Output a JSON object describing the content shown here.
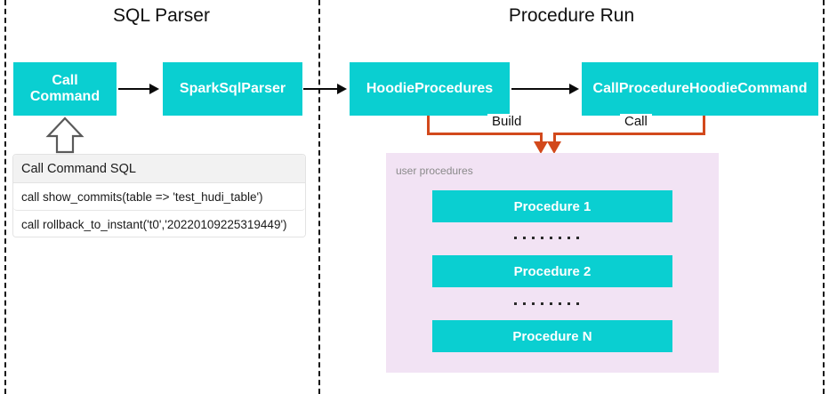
{
  "sections": [
    {
      "title": "SQL Parser"
    },
    {
      "title": "Procedure Run"
    }
  ],
  "boxes": {
    "call_command": "Call\nCommand",
    "call_command_line1": "Call",
    "call_command_line2": "Command",
    "spark_sql_parser": "SparkSqlParser",
    "hoodie_procedures": "HoodieProcedures",
    "call_procedure_hoodie_command": "CallProcedureHoodieCommand"
  },
  "sql_table": {
    "header": "Call Command SQL",
    "rows": [
      "call show_commits(table => 'test_hudi_table')",
      "call rollback_to_instant('t0','20220109225319449')"
    ]
  },
  "edges": {
    "build_label": "Build",
    "call_label": "Call"
  },
  "procedures_panel": {
    "label": "user procedures",
    "items": [
      "Procedure 1",
      "Procedure 2",
      "Procedure N"
    ],
    "ellipsis_dot_count": 8
  },
  "colors": {
    "box_cyan": "#0ACFD1",
    "panel_pink": "#F2E3F4",
    "connector_orange": "#D2491C",
    "divider_black": "#111111",
    "table_header_gray": "#F2F2F2"
  }
}
